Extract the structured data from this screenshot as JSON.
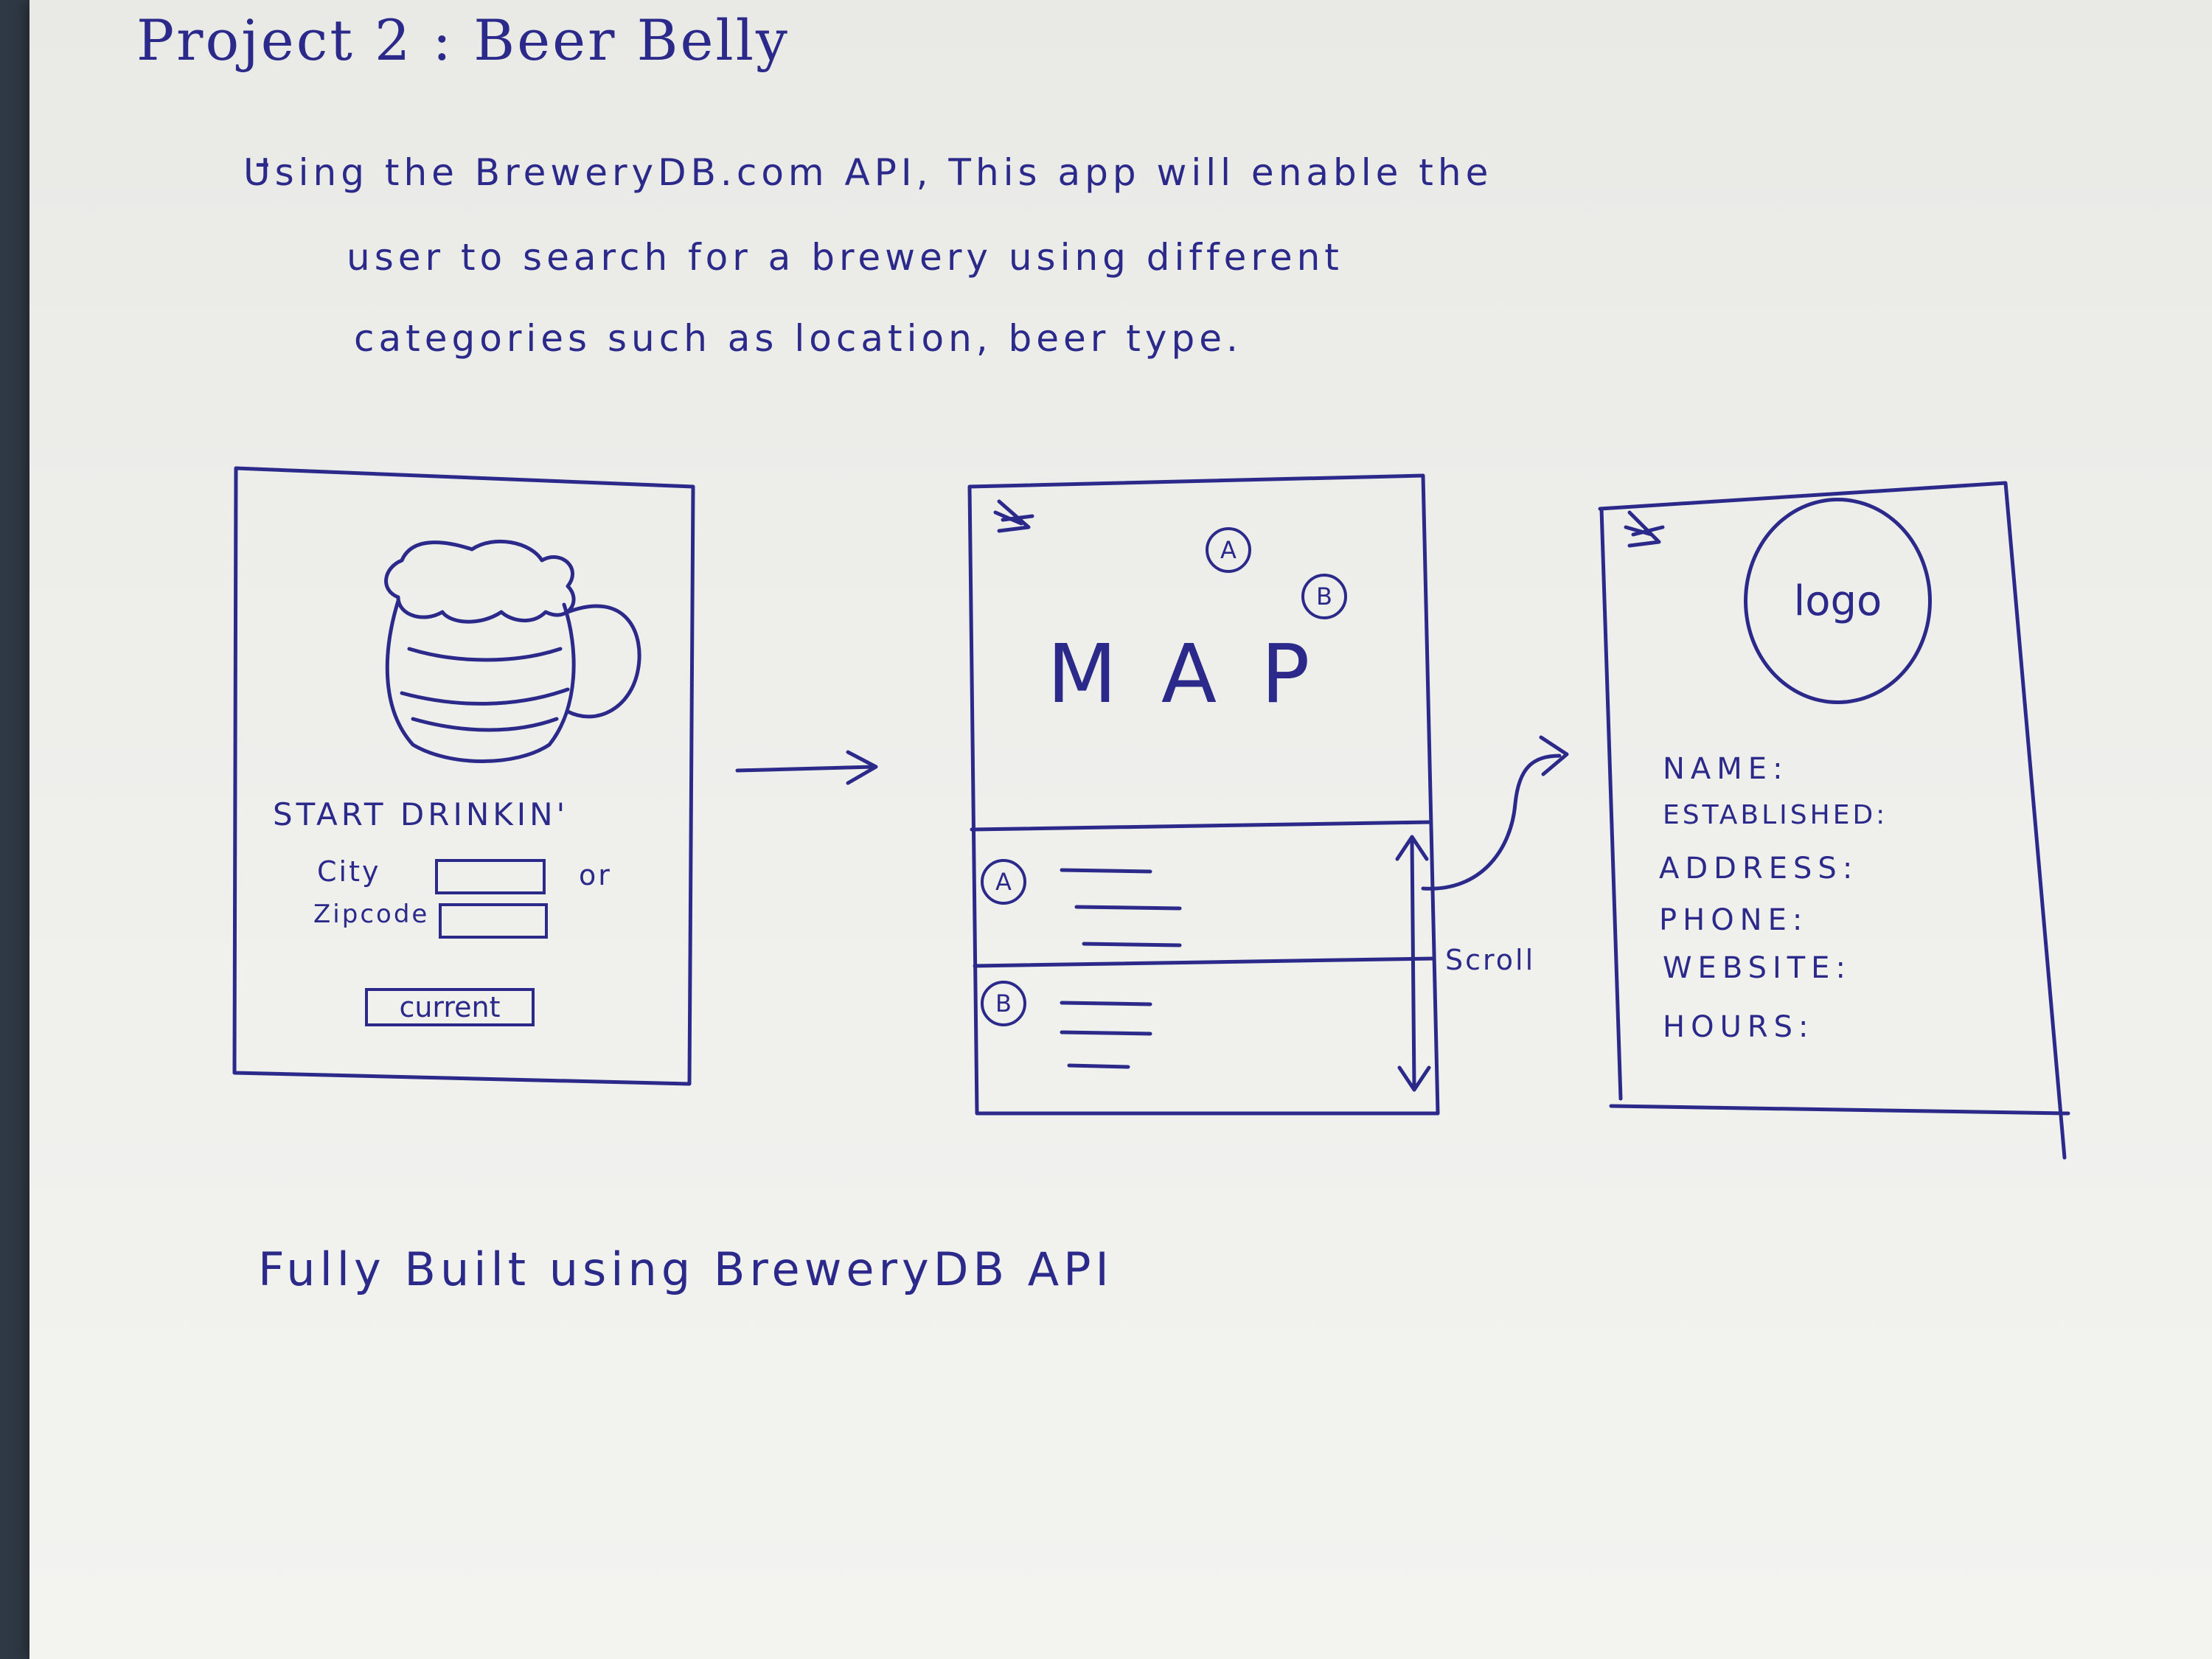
{
  "title": "Project 2 : Beer Belly",
  "description": {
    "bullet": "-",
    "lines": [
      "Using the BreweryDB.com API, This app will enable the",
      "user to search for a brewery using different",
      "categories such as location, beer type."
    ]
  },
  "screen1": {
    "heading": "START DRINKIN'",
    "city_label": "City",
    "or_label": "or",
    "zipcode_label": "Zipcode",
    "button_label": "current"
  },
  "screen2": {
    "map_label": "MAP",
    "pins": [
      "A",
      "B"
    ],
    "list_markers": [
      "A",
      "B"
    ],
    "scroll_label": "Scroll"
  },
  "screen3": {
    "logo_label": "logo",
    "fields": [
      "NAME:",
      "ESTABLISHED:",
      "ADDRESS:",
      "PHONE:",
      "WEBSITE:",
      "HOURS:"
    ]
  },
  "footer": "Fully Built using BreweryDB API"
}
